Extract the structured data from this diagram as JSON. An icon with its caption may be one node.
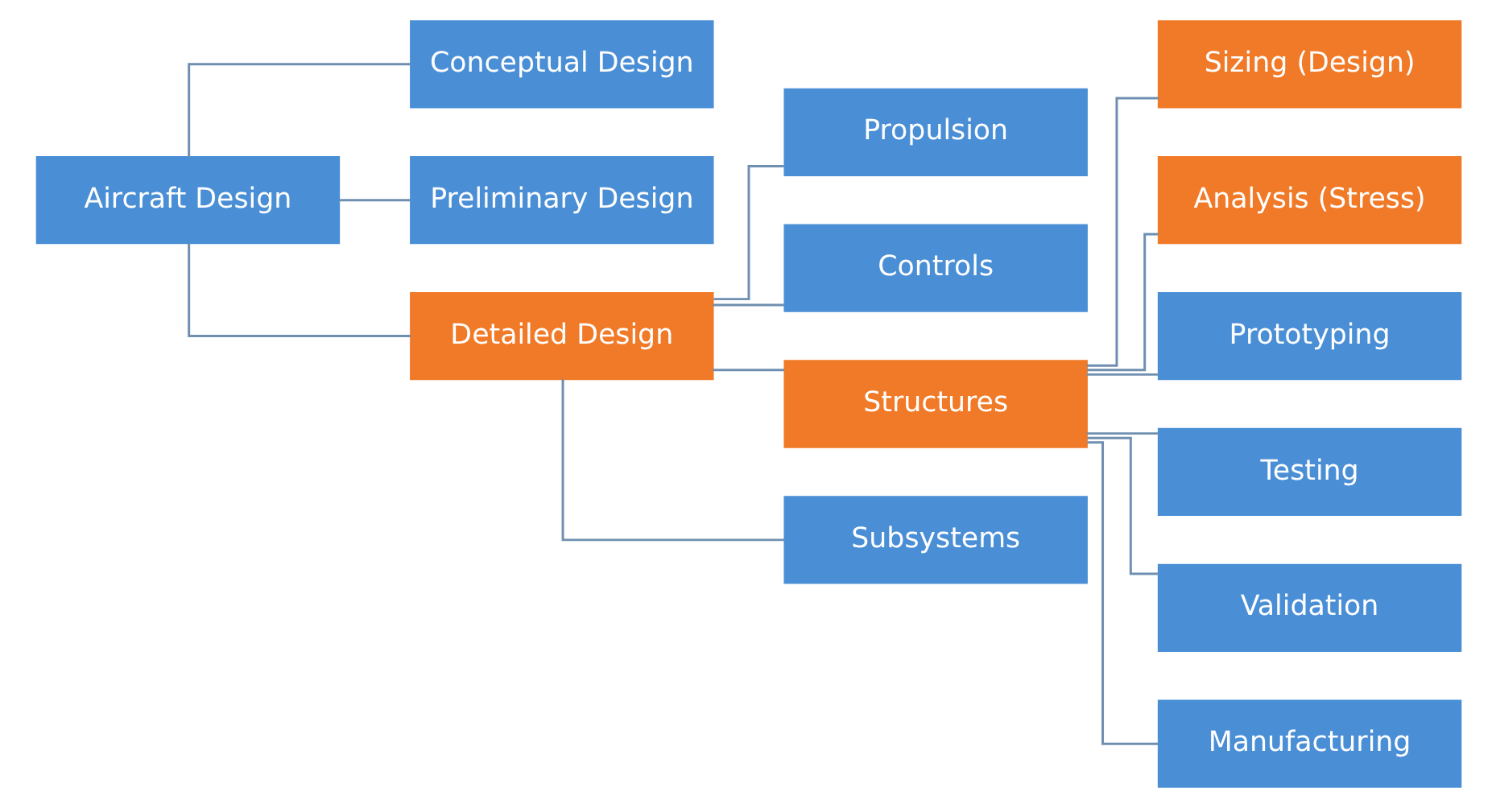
{
  "diagram": {
    "nodes": [
      {
        "text": [
          "Aircraft Design"
        ]
      },
      {
        "text": [
          "Conceptual Design"
        ]
      },
      {
        "text": [
          "Preliminary Design"
        ]
      },
      {
        "text": [
          "Detailed Design"
        ]
      },
      {
        "text": [
          "Propulsion"
        ]
      },
      {
        "text": [
          "Controls"
        ]
      },
      {
        "text": [
          "Structures"
        ]
      },
      {
        "text": [
          "Subsystems"
        ]
      },
      {
        "text": [
          "Sizing (Design)"
        ]
      },
      {
        "text": [
          "Analysis (Stress)"
        ]
      },
      {
        "text": [
          "Prototyping"
        ]
      },
      {
        "text": [
          "Testing"
        ]
      },
      {
        "text": [
          "Validation"
        ]
      },
      {
        "text": [
          "Manufacturing"
        ]
      }
    ],
    "edges": [
      {
        "from": 0,
        "to": 1,
        "arrow": "none"
      },
      {
        "from": 0,
        "to": 2,
        "arrow": "none"
      },
      {
        "from": 0,
        "to": 3,
        "arrow": "none"
      },
      {
        "from": 3,
        "to": 4,
        "arrow": "none"
      },
      {
        "from": 3,
        "to": 5,
        "arrow": "none"
      },
      {
        "from": 3,
        "to": 6,
        "arrow": "none"
      },
      {
        "from": 3,
        "to": 7,
        "arrow": "none"
      },
      {
        "from": 6,
        "to": 8,
        "arrow": "none"
      },
      {
        "from": 6,
        "to": 9,
        "arrow": "none"
      },
      {
        "from": 6,
        "to": 10,
        "arrow": "none"
      },
      {
        "from": 6,
        "to": 11,
        "arrow": "none"
      },
      {
        "from": 6,
        "to": 12,
        "arrow": "none"
      },
      {
        "from": 6,
        "to": 13,
        "arrow": "none"
      }
    ]
  }
}
